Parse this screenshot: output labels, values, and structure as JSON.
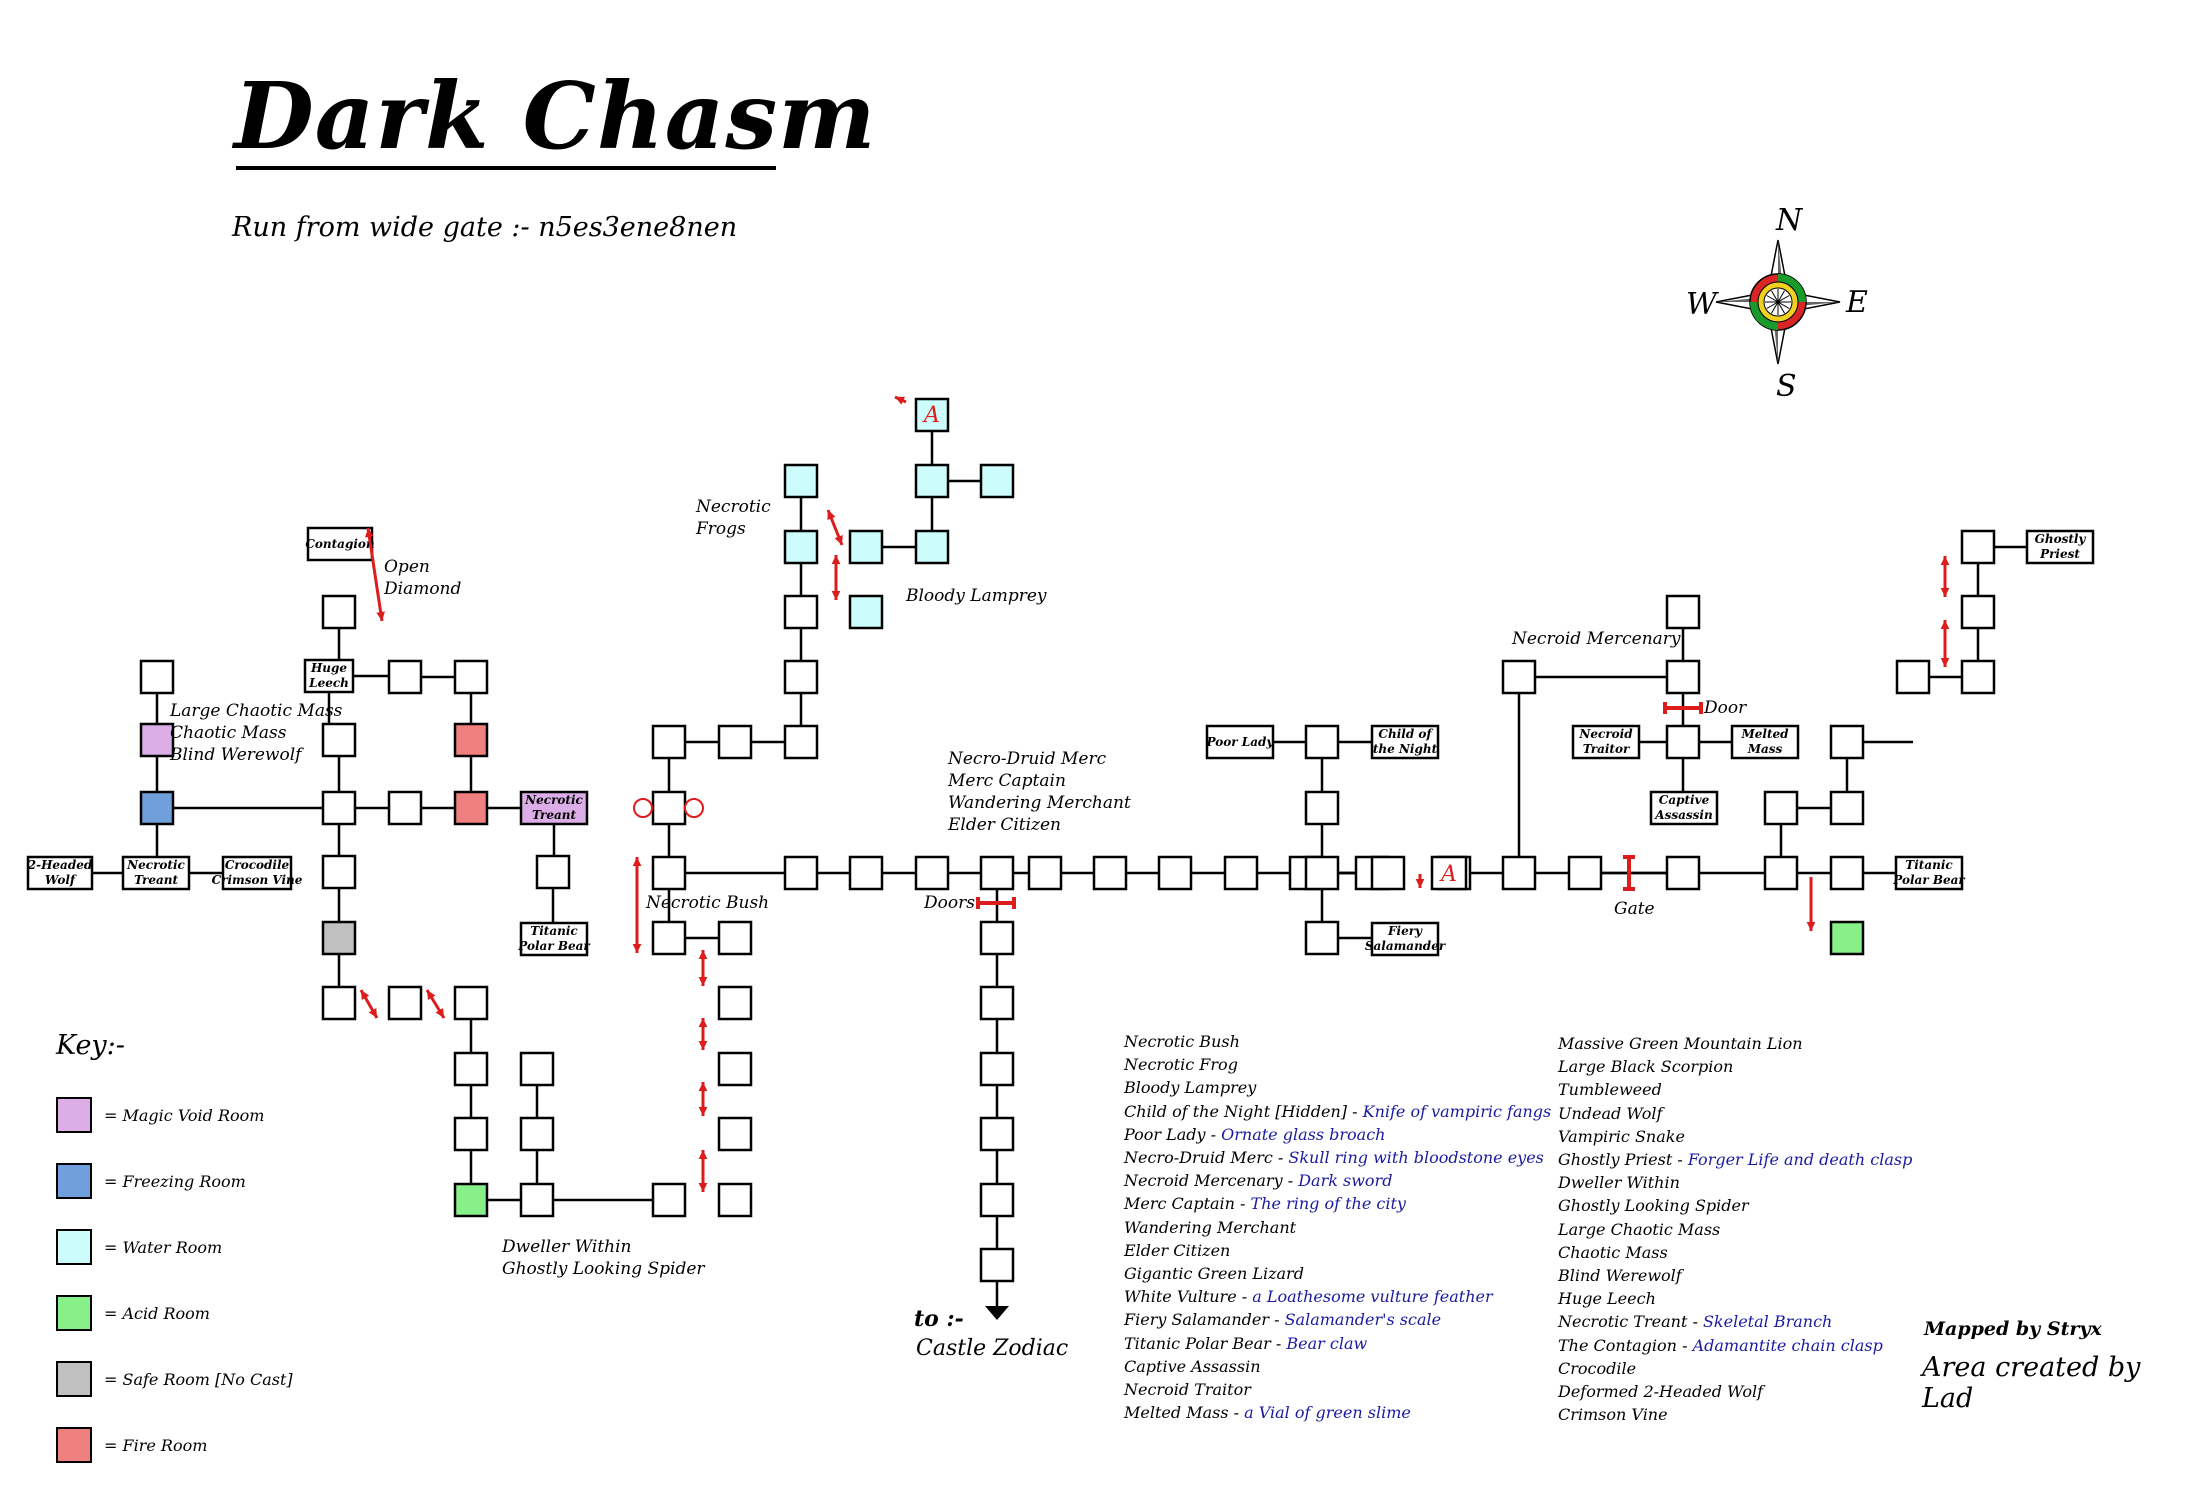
{
  "map": {
    "title": "Dark Chasm",
    "run": "Run from wide gate :- n5es3ene8nen",
    "compass": {
      "n": "N",
      "s": "S",
      "e": "E",
      "w": "W"
    },
    "room_labels": {
      "contagion": "Contagion",
      "huge_leech": [
        "Huge",
        "Leech"
      ],
      "necrotic_treant": [
        "Necrotic",
        "Treant"
      ],
      "two_headed_wolf": [
        "2-Headed",
        "Wolf"
      ],
      "crocodile": [
        "Crocodile",
        "Crimson Vine"
      ],
      "titanic_polar_bear": [
        "Titanic",
        "Polar Bear"
      ],
      "poor_lady": "Poor Lady",
      "child_of_night": [
        "Child of",
        "the Night"
      ],
      "fiery_salamander": [
        "Fiery",
        "Salamander"
      ],
      "necroid_traitor": [
        "Necroid",
        "Traitor"
      ],
      "melted_mass": [
        "Melted",
        "Mass"
      ],
      "captive_assassin": [
        "Captive",
        "Assassin"
      ],
      "ghostly_priest": [
        "Ghostly",
        "Priest"
      ],
      "a_marker": "A"
    },
    "annotations": {
      "open_diamond": [
        "Open",
        "Diamond"
      ],
      "large_chaotic_mass": [
        "Large  Chaotic Mass",
        "Chaotic Mass",
        "Blind Werewolf"
      ],
      "necrotic_frogs": [
        "Necrotic",
        "Frogs"
      ],
      "bloody_lamprey": "Bloody Lamprey",
      "necrotic_bush": "Necrotic Bush",
      "doors": "Doors",
      "necro_druid": [
        "Necro-Druid Merc",
        "Merc Captain",
        "Wandering Merchant",
        "Elder Citizen"
      ],
      "necroid_mercenary": "Necroid Mercenary",
      "door": "Door",
      "gate": "Gate",
      "dweller": [
        "Dweller Within",
        "Ghostly Looking Spider"
      ]
    },
    "exit": {
      "to": "to :-",
      "destination": "Castle Zodiac"
    }
  },
  "key": {
    "title": "Key:-",
    "items": [
      {
        "label": "= Magic Void Room",
        "color": "#dcaee8"
      },
      {
        "label": "= Freezing Room",
        "color": "#6fa0dc"
      },
      {
        "label": "= Water Room",
        "color": "#ccfcfc"
      },
      {
        "label": "= Acid Room",
        "color": "#88f088"
      },
      {
        "label": "= Safe Room [No Cast]",
        "color": "#c0c0c0"
      },
      {
        "label": "= Fire Room",
        "color": "#f08080"
      }
    ]
  },
  "monsters_left": [
    {
      "name": "Necrotic Bush",
      "drop": ""
    },
    {
      "name": "Necrotic Frog",
      "drop": ""
    },
    {
      "name": "Bloody Lamprey",
      "drop": ""
    },
    {
      "name": "Child of the Night [Hidden] - ",
      "drop": "Knife of vampiric fangs"
    },
    {
      "name": "Poor Lady - ",
      "drop": "Ornate glass broach"
    },
    {
      "name": "Necro-Druid Merc - ",
      "drop": "Skull ring with bloodstone eyes"
    },
    {
      "name": "Necroid Mercenary - ",
      "drop": "Dark sword"
    },
    {
      "name": "Merc Captain - ",
      "drop": "The ring of the city"
    },
    {
      "name": "Wandering Merchant",
      "drop": ""
    },
    {
      "name": "Elder Citizen",
      "drop": ""
    },
    {
      "name": "Gigantic Green Lizard",
      "drop": ""
    },
    {
      "name": "White Vulture - ",
      "drop": "a Loathesome vulture feather"
    },
    {
      "name": "Fiery Salamander - ",
      "drop": "Salamander's scale"
    },
    {
      "name": "Titanic Polar Bear - ",
      "drop": "Bear claw"
    },
    {
      "name": "Captive Assassin",
      "drop": ""
    },
    {
      "name": "Necroid Traitor",
      "drop": ""
    },
    {
      "name": "Melted Mass - ",
      "drop": "a Vial of green slime"
    }
  ],
  "monsters_right": [
    {
      "name": "Massive Green Mountain Lion",
      "drop": ""
    },
    {
      "name": "Large Black Scorpion",
      "drop": ""
    },
    {
      "name": "Tumbleweed",
      "drop": ""
    },
    {
      "name": "Undead Wolf",
      "drop": ""
    },
    {
      "name": "Vampiric Snake",
      "drop": ""
    },
    {
      "name": "Ghostly Priest - ",
      "drop": "Forger Life and death clasp"
    },
    {
      "name": "Dweller Within",
      "drop": ""
    },
    {
      "name": "Ghostly Looking Spider",
      "drop": ""
    },
    {
      "name": "Large Chaotic Mass",
      "drop": ""
    },
    {
      "name": "Chaotic Mass",
      "drop": ""
    },
    {
      "name": "Blind Werewolf",
      "drop": ""
    },
    {
      "name": "Huge Leech",
      "drop": ""
    },
    {
      "name": "Necrotic Treant - ",
      "drop": "Skeletal Branch"
    },
    {
      "name": "The Contagion - ",
      "drop": "Adamantite chain clasp"
    },
    {
      "name": "Crocodile",
      "drop": ""
    },
    {
      "name": "Deformed 2-Headed Wolf",
      "drop": ""
    },
    {
      "name": "Crimson Vine",
      "drop": ""
    }
  ],
  "credits": {
    "mapped": "Mapped by Stryx",
    "area": "Area created by Lad"
  }
}
